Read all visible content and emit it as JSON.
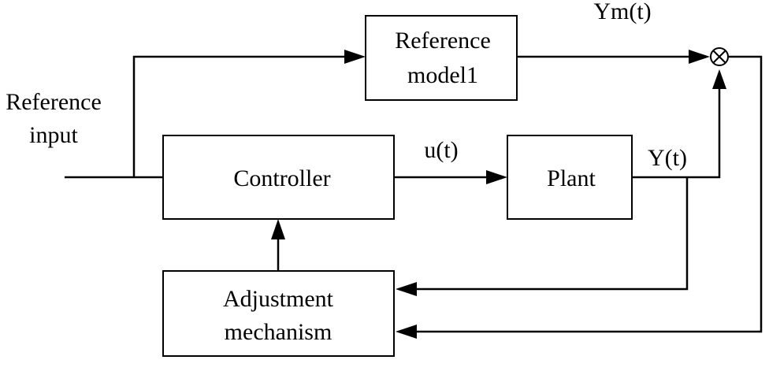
{
  "diagram": {
    "blocks": {
      "reference_model": {
        "line1": "Reference",
        "line2": "model1"
      },
      "controller": {
        "label": "Controller"
      },
      "plant": {
        "label": "Plant"
      },
      "adjustment": {
        "line1": "Adjustment",
        "line2": "mechanism"
      }
    },
    "signals": {
      "reference_input": {
        "line1": "Reference",
        "line2": "input"
      },
      "model_output": "Ym(t)",
      "control_signal": "u(t)",
      "plant_output": "Y(t)"
    },
    "comparator": {
      "symbol": "⊗"
    },
    "colors": {
      "stroke": "#000000",
      "background": "#ffffff"
    }
  }
}
